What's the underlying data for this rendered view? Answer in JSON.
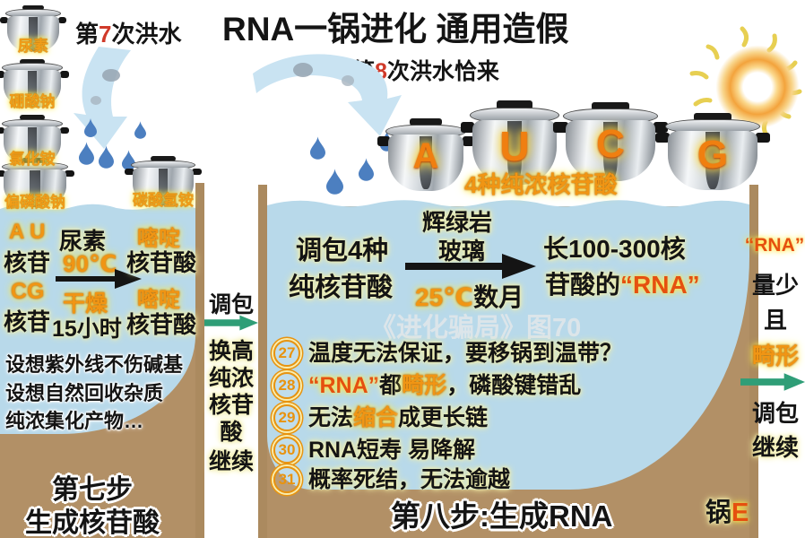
{
  "title": "RNA一锅进化 通用造假",
  "flood7": {
    "pre": "第",
    "num": "7",
    "post": "次洪水"
  },
  "flood8": {
    "pre": "第",
    "num": "8",
    "post": "次洪水恰来"
  },
  "left_pots": [
    {
      "label": "尿素"
    },
    {
      "label": "硼酸钠"
    },
    {
      "label": "氯化铵"
    },
    {
      "label": "偏磷酸钠"
    },
    {
      "label": "碳酸氢铵"
    }
  ],
  "aucg_pots": [
    {
      "letter": "A"
    },
    {
      "letter": "U"
    },
    {
      "letter": "C"
    },
    {
      "letter": "G"
    }
  ],
  "aucg_caption": "4种纯浓核苷酸",
  "left_panel": {
    "r1_orange": "A U",
    "r1_black": "核苷",
    "arrow_top1": "尿素",
    "arrow_top2": "90℃",
    "r1_out_orange": "嘧啶",
    "r1_out_black": "核苷酸",
    "r2_orange": "CG",
    "r2_black": "核苷",
    "arrow_bot1": "干燥",
    "arrow_bot2": "15小时",
    "r2_out_orange": "嘧啶",
    "r2_out_black": "核苷酸",
    "note1": "设想紫外线不伤碱基",
    "note2": "设想自然回收杂质",
    "note3": "纯浓集化产物…",
    "step1": "第七步",
    "step2": "生成核苷酸"
  },
  "mid_column": {
    "l1": "调包",
    "l2": "换高",
    "l3": "纯浓",
    "l4": "核苷",
    "l5": "酸",
    "l6": "继续"
  },
  "main_panel": {
    "in1": "调包4种",
    "in2": "纯核苷酸",
    "top1": "辉绿岩",
    "top2": "玻璃",
    "bot_orange": "25℃",
    "bot_black": "数月",
    "out1": "长100-300核",
    "out2a": "苷酸的",
    "out2b": "“RNA”",
    "watermark": "《进化骗局》图70",
    "items": [
      {
        "num": "27",
        "t1": "温度无法保证，要移锅到温带？"
      },
      {
        "num": "28",
        "hl1": "“RNA”",
        "t1": "都",
        "hl2": "畸形",
        "t2": "，磷酸键错乱"
      },
      {
        "num": "29",
        "t1": "无法",
        "hl1": "缩合",
        "t2": "成更长链"
      },
      {
        "num": "30",
        "t1": "RNA短寿 易降解"
      },
      {
        "num": "31",
        "t1": "概率死结，无法逾越"
      }
    ],
    "step": "第八步:生成RNA",
    "pot_black": "锅",
    "pot_red": "E"
  },
  "right_column": {
    "rna": "“RNA”",
    "l2": "量少",
    "l3": "且",
    "l4": "畸形",
    "l5": "调包",
    "l6": "继续"
  },
  "colors": {
    "water": "#b8d9ea",
    "pot_tan": "#b29066",
    "orange": "#f09514",
    "red_orange": "#e5500f",
    "accent_red": "#d03a2a",
    "flood_blue": "#c9e3f2",
    "drop_blue": "#4c7fc0",
    "arrow_green": "#2f9e77",
    "sun_orange": "#f3a33c"
  }
}
